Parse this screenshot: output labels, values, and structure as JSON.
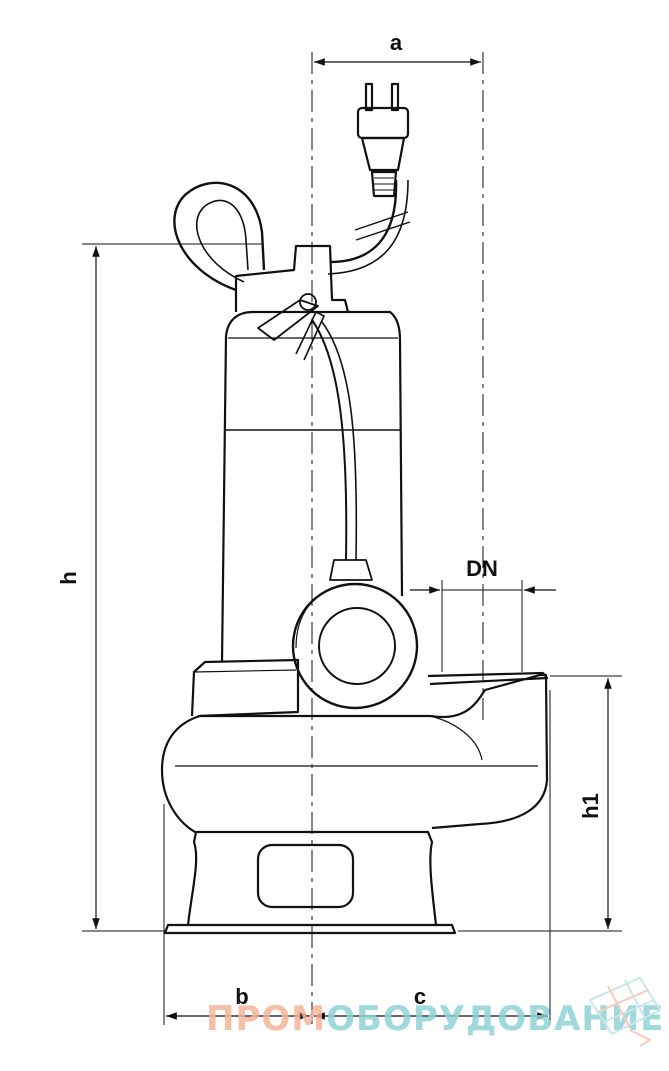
{
  "dimensions": {
    "a": "a",
    "h": "h",
    "h1": "h1",
    "dn": "DN",
    "b": "b",
    "c": "c"
  },
  "watermark": {
    "part1": "ПРОМ",
    "part2": "ОБОРУДОВАНИЕ",
    "color1": "#f4b49a",
    "color2": "#8fd3d7"
  },
  "colors": {
    "line": "#111111"
  }
}
